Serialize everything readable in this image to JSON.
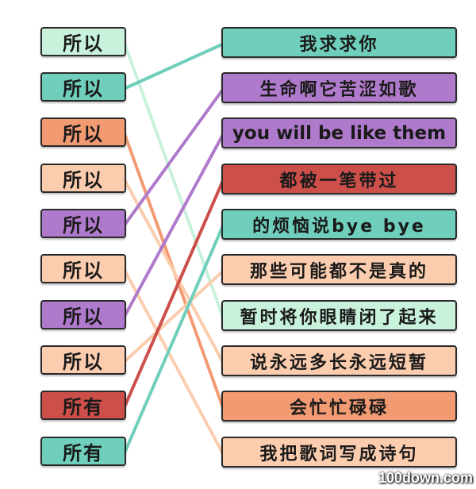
{
  "colors": {
    "mint": "#c9f2dc",
    "teal": "#6fcfbc",
    "coral": "#f29a72",
    "peach": "#fbcdae",
    "purple": "#b07acc",
    "red": "#cc4f4a",
    "border": "#2a2a2a"
  },
  "left_items": [
    {
      "label": "所以",
      "color": "mint"
    },
    {
      "label": "所以",
      "color": "teal"
    },
    {
      "label": "所以",
      "color": "coral"
    },
    {
      "label": "所以",
      "color": "peach"
    },
    {
      "label": "所以",
      "color": "purple"
    },
    {
      "label": "所以",
      "color": "peach"
    },
    {
      "label": "所以",
      "color": "purple"
    },
    {
      "label": "所以",
      "color": "peach"
    },
    {
      "label": "所有",
      "color": "red"
    },
    {
      "label": "所有",
      "color": "teal"
    }
  ],
  "right_items": [
    {
      "label": "我求求你",
      "color": "teal"
    },
    {
      "label": "生命啊它苦涩如歌",
      "color": "purple"
    },
    {
      "label": "you will be like them",
      "color": "purple"
    },
    {
      "label": "都被一笔带过",
      "color": "red"
    },
    {
      "label": "的烦恼说bye bye",
      "color": "teal"
    },
    {
      "label": "那些可能都不是真的",
      "color": "peach"
    },
    {
      "label": "暂时将你眼睛闭了起来",
      "color": "mint"
    },
    {
      "label": "说永远多长永远短暂",
      "color": "peach"
    },
    {
      "label": "会忙忙碌碌",
      "color": "coral"
    },
    {
      "label": "我把歌词写成诗句",
      "color": "peach"
    }
  ],
  "connections": [
    {
      "from": 0,
      "to": 6,
      "color": "mint"
    },
    {
      "from": 1,
      "to": 0,
      "color": "teal"
    },
    {
      "from": 2,
      "to": 8,
      "color": "coral"
    },
    {
      "from": 3,
      "to": 7,
      "color": "peach"
    },
    {
      "from": 4,
      "to": 1,
      "color": "purple"
    },
    {
      "from": 5,
      "to": 9,
      "color": "peach"
    },
    {
      "from": 6,
      "to": 2,
      "color": "purple"
    },
    {
      "from": 7,
      "to": 5,
      "color": "peach"
    },
    {
      "from": 8,
      "to": 3,
      "color": "red"
    },
    {
      "from": 9,
      "to": 4,
      "color": "teal"
    }
  ],
  "watermark": "100down.com"
}
